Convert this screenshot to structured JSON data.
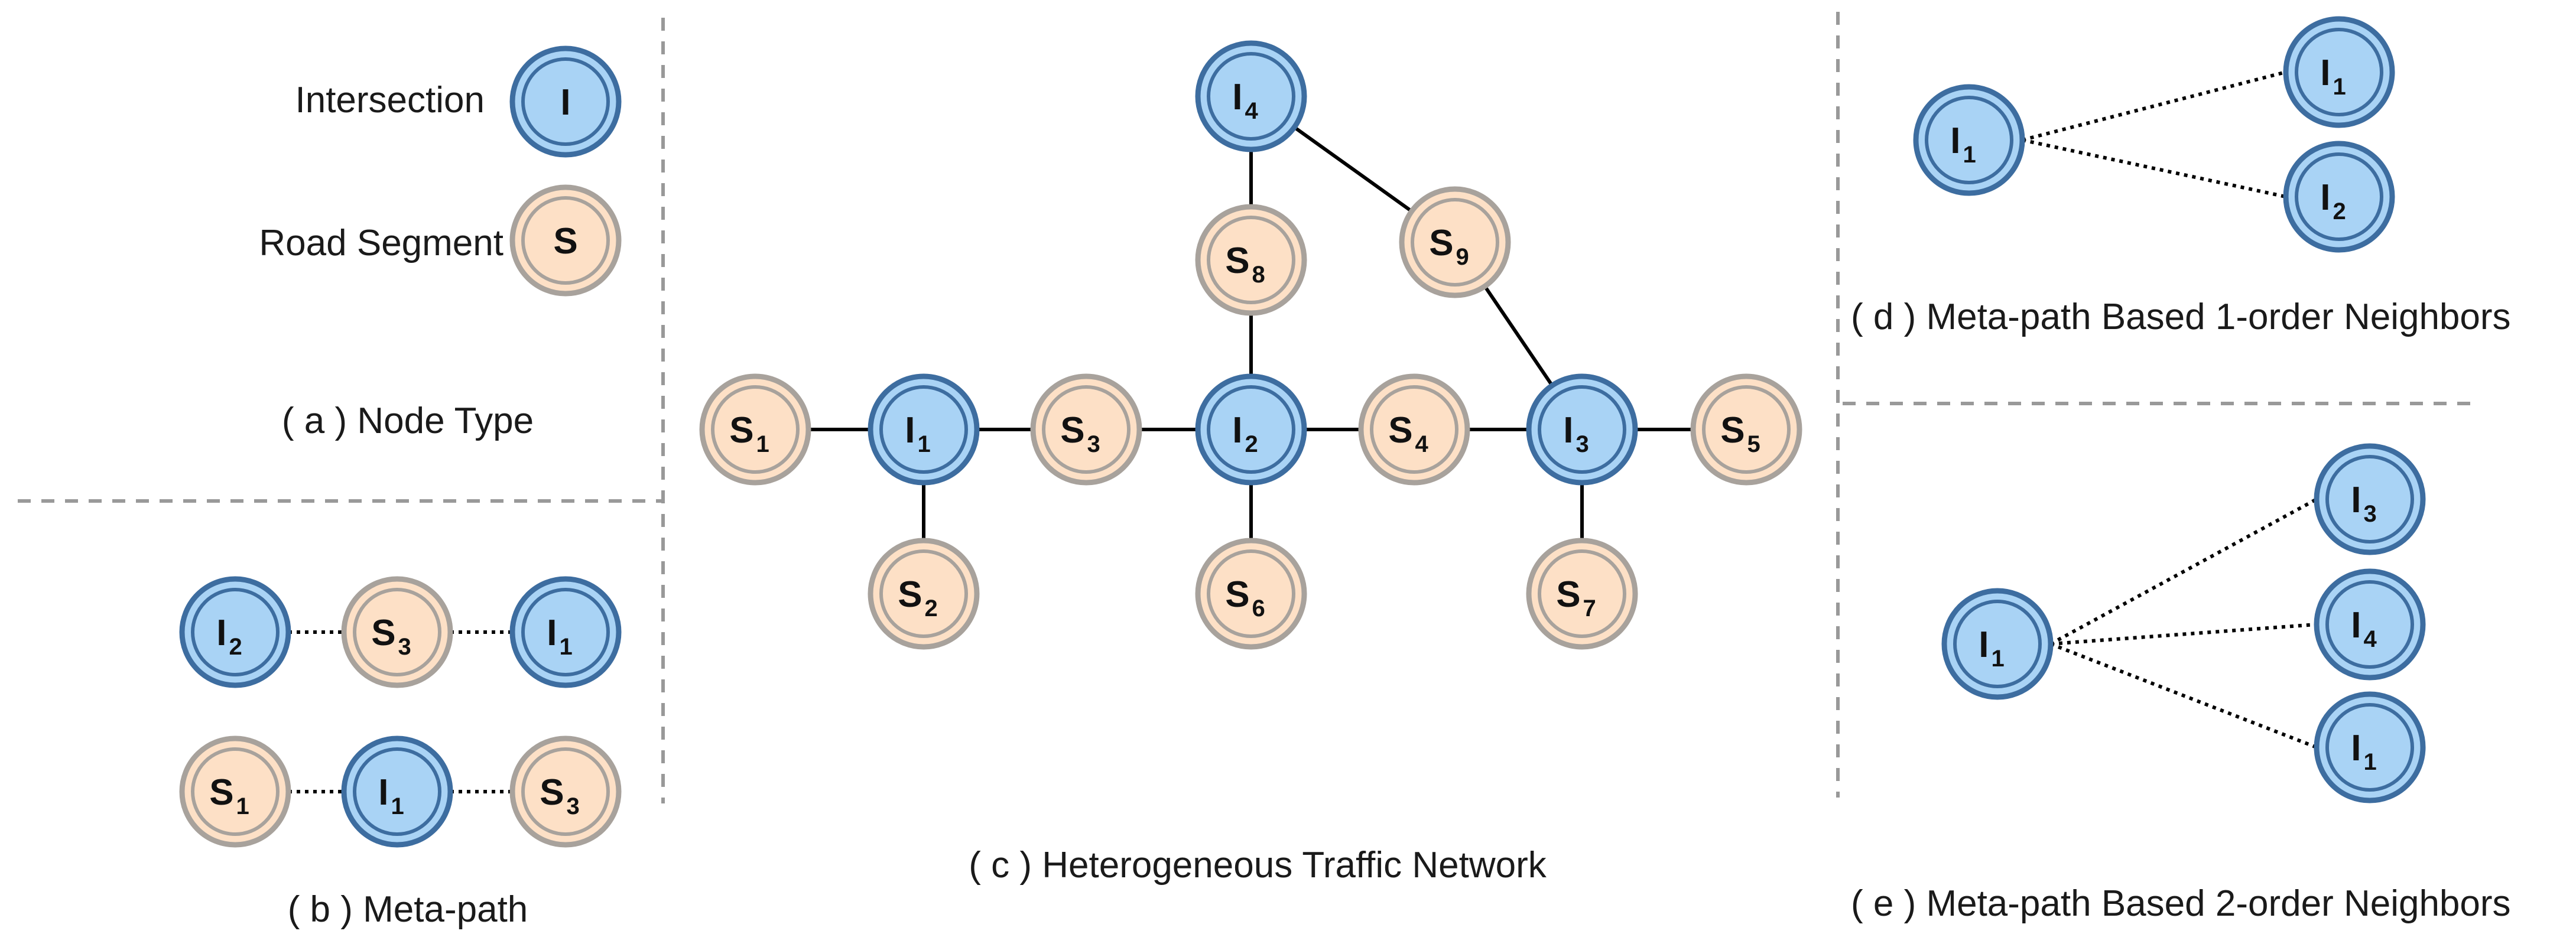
{
  "colors": {
    "intersection_fill": "#a9d3f5",
    "intersection_ring": "#3d6da0",
    "segment_fill": "#fde0c6",
    "segment_ring": "#a8a29c",
    "divider": "#999999",
    "edge": "#000000"
  },
  "legend": {
    "intersection_label": "Intersection",
    "intersection_symbol": "I",
    "segment_label": "Road Segment",
    "segment_symbol": "S"
  },
  "captions": {
    "a": "( a ) Node Type",
    "b": "( b ) Meta-path",
    "c": "( c ) Heterogeneous Traffic Network",
    "d": "( d ) Meta-path Based 1-order Neighbors",
    "e": "( e ) Meta-path Based 2-order Neighbors"
  },
  "network": {
    "nodes": [
      {
        "id": "I4",
        "type": "I",
        "sub": "4"
      },
      {
        "id": "S8",
        "type": "S",
        "sub": "8"
      },
      {
        "id": "S9",
        "type": "S",
        "sub": "9"
      },
      {
        "id": "S1",
        "type": "S",
        "sub": "1"
      },
      {
        "id": "I1",
        "type": "I",
        "sub": "1"
      },
      {
        "id": "S3",
        "type": "S",
        "sub": "3"
      },
      {
        "id": "I2",
        "type": "I",
        "sub": "2"
      },
      {
        "id": "S4",
        "type": "S",
        "sub": "4"
      },
      {
        "id": "I3",
        "type": "I",
        "sub": "3"
      },
      {
        "id": "S5",
        "type": "S",
        "sub": "5"
      },
      {
        "id": "S2",
        "type": "S",
        "sub": "2"
      },
      {
        "id": "S6",
        "type": "S",
        "sub": "6"
      },
      {
        "id": "S7",
        "type": "S",
        "sub": "7"
      }
    ],
    "edges": [
      [
        "I4",
        "S8"
      ],
      [
        "I4",
        "S9"
      ],
      [
        "S8",
        "I2"
      ],
      [
        "S9",
        "I3"
      ],
      [
        "S1",
        "I1"
      ],
      [
        "I1",
        "S3"
      ],
      [
        "S3",
        "I2"
      ],
      [
        "I2",
        "S4"
      ],
      [
        "S4",
        "I3"
      ],
      [
        "I3",
        "S5"
      ],
      [
        "I1",
        "S2"
      ],
      [
        "I2",
        "S6"
      ],
      [
        "I3",
        "S7"
      ]
    ]
  },
  "metapaths": [
    [
      {
        "type": "I",
        "sub": "2"
      },
      {
        "type": "S",
        "sub": "3"
      },
      {
        "type": "I",
        "sub": "1"
      }
    ],
    [
      {
        "type": "S",
        "sub": "1"
      },
      {
        "type": "I",
        "sub": "1"
      },
      {
        "type": "S",
        "sub": "3"
      }
    ]
  ],
  "neighbors_1": {
    "center": {
      "type": "I",
      "sub": "1"
    },
    "neighbors": [
      {
        "type": "I",
        "sub": "1"
      },
      {
        "type": "I",
        "sub": "2"
      }
    ]
  },
  "neighbors_2": {
    "center": {
      "type": "I",
      "sub": "1"
    },
    "neighbors": [
      {
        "type": "I",
        "sub": "3"
      },
      {
        "type": "I",
        "sub": "4"
      },
      {
        "type": "I",
        "sub": "1"
      }
    ]
  }
}
